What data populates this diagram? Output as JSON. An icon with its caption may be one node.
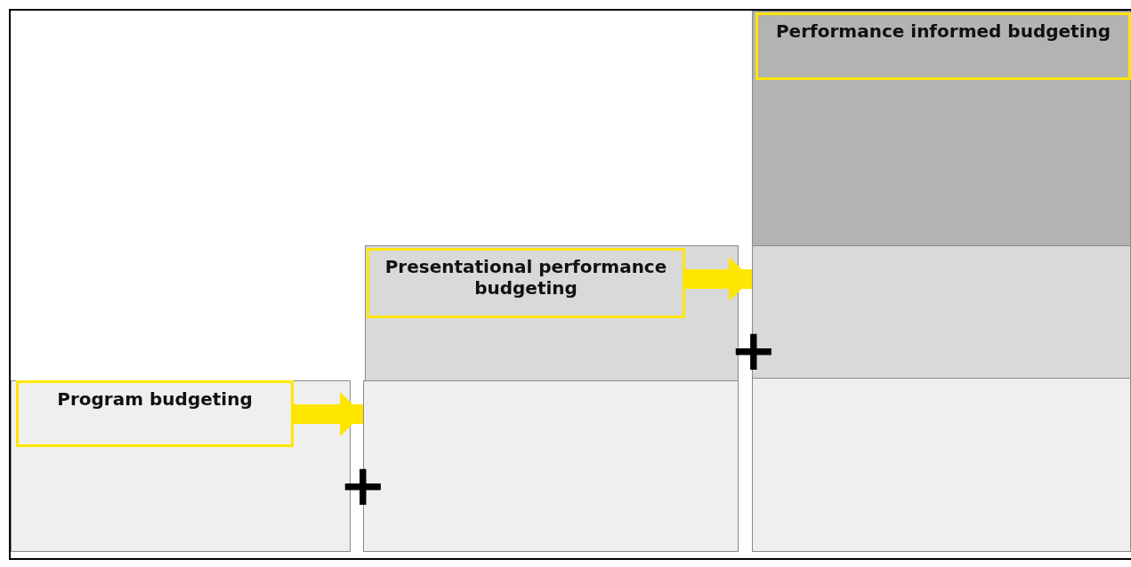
{
  "diagram": {
    "nodes": [
      {
        "text": [],
        "shape": "box"
      },
      {
        "text": [
          "Program budgeting"
        ],
        "in": 0
      },
      {
        "text": [],
        "shape": "box"
      },
      {
        "text": [],
        "shape": "box"
      },
      {
        "text": [
          "Presentational performance budgeting"
        ],
        "in": 3
      },
      {
        "text": [],
        "shape": "box"
      },
      {
        "text": [],
        "shape": "box"
      },
      {
        "text": [],
        "shape": "box"
      },
      {
        "text": [
          "Performance informed budgeting"
        ],
        "in": 7
      }
    ],
    "edges": [
      {
        "from": 1,
        "to": 2,
        "arrow": "to"
      },
      {
        "from": 4,
        "to": 6,
        "arrow": "to"
      }
    ],
    "labels": [
      "+",
      "+"
    ]
  }
}
